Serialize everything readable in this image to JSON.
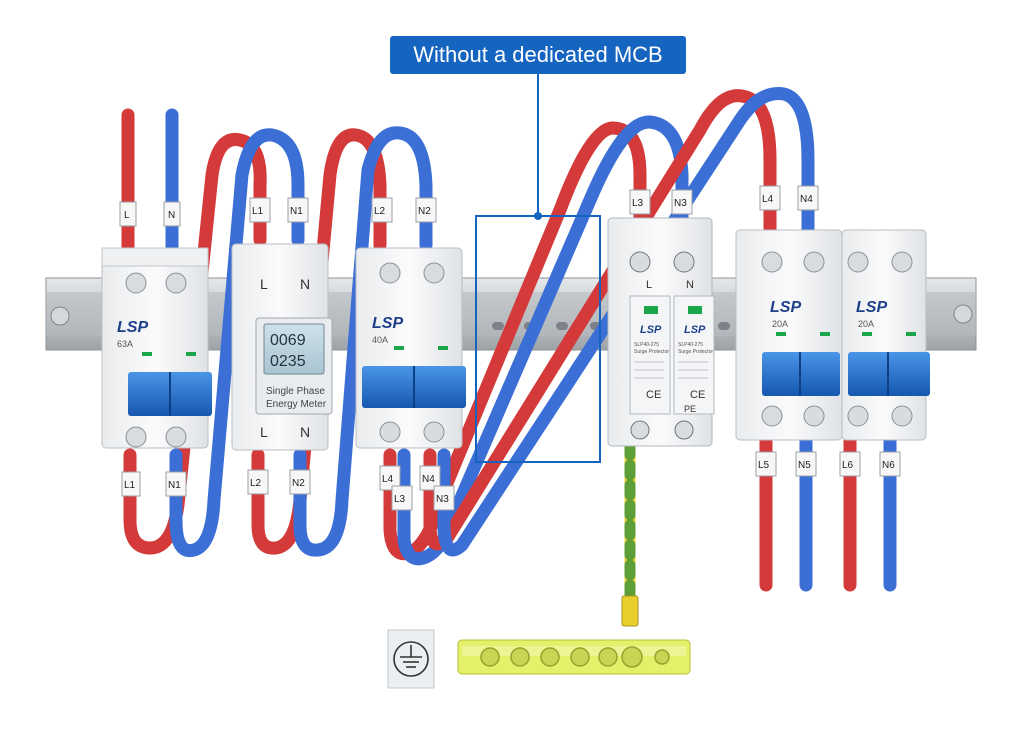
{
  "callout": {
    "label": "Without a dedicated MCB"
  },
  "brand": "LSP",
  "modules": {
    "main_mcb": {
      "rating": "63A",
      "top_labels": [
        "L",
        "N"
      ],
      "bottom_labels": [
        "L1",
        "N1"
      ]
    },
    "meter": {
      "top_terminals": [
        "L",
        "N"
      ],
      "bottom_terminals": [
        "L",
        "N"
      ],
      "display_line1": "0069",
      "display_line2": "0235",
      "caption_line1": "Single Phase",
      "caption_line2": "Energy Meter",
      "top_labels": [
        "L1",
        "N1"
      ],
      "bottom_labels": [
        "L2",
        "N2"
      ]
    },
    "mcb_40a": {
      "rating": "40A",
      "top_labels": [
        "L2",
        "N2"
      ],
      "bottom_labels": [
        "L4",
        "N4",
        "L3",
        "N3"
      ]
    },
    "spd": {
      "top_terminals": [
        "L",
        "N"
      ],
      "model": "SLP40-275",
      "type": "Surge Protector",
      "top_labels": [
        "L3",
        "N3"
      ],
      "bottom_terminal": "PE",
      "ce_mark": "CE"
    },
    "mcb_20a_1": {
      "rating": "20A",
      "bottom_labels": [
        "L5",
        "N5"
      ]
    },
    "mcb_20a_2": {
      "rating": "20A",
      "bottom_labels": [
        "L6",
        "N6"
      ]
    },
    "rcbo_top_labels": [
      "L4",
      "N4"
    ]
  },
  "colors": {
    "live_wire": "#d43a3a",
    "neutral_wire": "#3b6fd6",
    "earth_wire": "#6fa53a",
    "rail": "#c9ccd0",
    "toggle": "#1e73d2",
    "led": "#1aa64a",
    "callout_bg": "#1565c0",
    "busbar": "#e4ef6a"
  },
  "icons": {
    "earth": "ground-symbol-icon"
  }
}
